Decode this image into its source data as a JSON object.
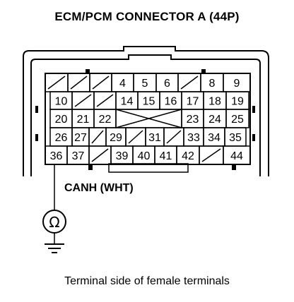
{
  "title": "ECM/PCM CONNECTOR A (44P)",
  "wire_label": "CANH (WHT)",
  "caption": "Terminal side of female terminals",
  "meter_symbol": "Ω",
  "meter_icon": "ohmmeter-icon",
  "ground_icon": "ground-icon",
  "connector": {
    "rows": [
      [
        "",
        "",
        "",
        "4",
        "5",
        "6",
        "",
        "8",
        "9"
      ],
      [
        "10",
        "",
        "",
        "14",
        "15",
        "16",
        "17",
        "18",
        "19"
      ],
      [
        "20",
        "21",
        "22",
        "",
        "",
        "",
        "23",
        "24",
        "25"
      ],
      [
        "26",
        "27",
        "",
        "29",
        "",
        "31",
        "",
        "33",
        "34",
        "35"
      ],
      [
        "36",
        "37",
        "",
        "39",
        "40",
        "41",
        "42",
        "",
        "44"
      ]
    ],
    "probed_terminal": "36"
  }
}
